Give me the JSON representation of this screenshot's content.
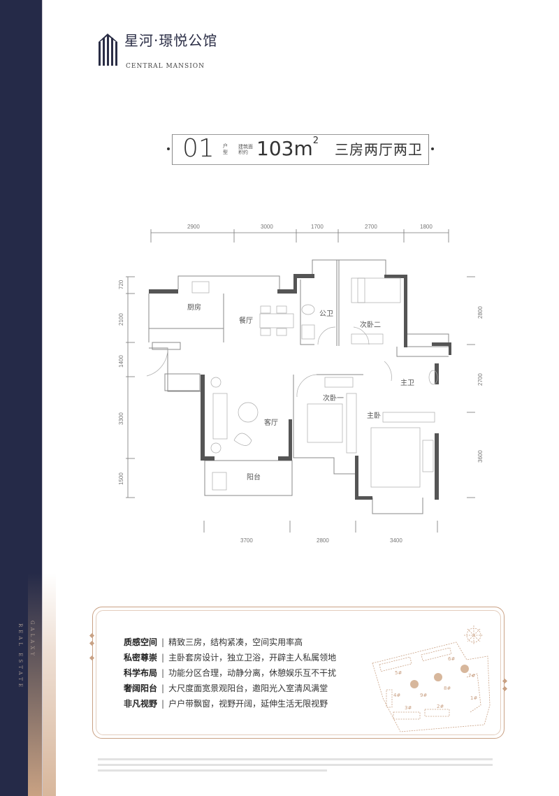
{
  "brand": {
    "logo_cn": "星河·璟悦公馆",
    "logo_en": "CENTRAL MANSION",
    "sidebar_line1": "GALAXY",
    "sidebar_line2": "REAL ESTATE"
  },
  "unit": {
    "number": "01",
    "number_suffix": "户型",
    "area_label": "建筑面积约",
    "area_value": "103m",
    "area_unit_sup": "2",
    "room_type": "三房两厅两卫"
  },
  "floorplan": {
    "top_dims": [
      "2900",
      "3000",
      "1700",
      "2700",
      "1800"
    ],
    "bottom_dims": [
      "3700",
      "2800",
      "3400"
    ],
    "left_dims": [
      "720",
      "2100",
      "1400",
      "3300",
      "1500"
    ],
    "right_dims": [
      "2800",
      "2700",
      "3600"
    ],
    "rooms": {
      "kitchen": "厨房",
      "dining": "餐厅",
      "public_bath": "公卫",
      "bedroom2": "次卧二",
      "bedroom1": "次卧一",
      "living": "客厅",
      "master": "主卧",
      "master_bath": "主卫",
      "balcony": "阳台"
    }
  },
  "features": [
    {
      "title": "质感空间",
      "text": "精致三房，结构紧凑，空间实用率高"
    },
    {
      "title": "私密尊崇",
      "text": "主卧套房设计，独立卫浴，开辟主人私属领地"
    },
    {
      "title": "科学布局",
      "text": "功能分区合理，动静分离，休憩娱乐互不干扰"
    },
    {
      "title": "奢阔阳台",
      "text": "大尺度面宽景观阳台，邀阳光入室清风满堂"
    },
    {
      "title": "非凡视野",
      "text": "户户带飘窗，视野开阔，延伸生活无限视野"
    }
  ],
  "site_map": {
    "buildings": [
      "1#",
      "2#",
      "3#",
      "4#",
      "5#",
      "6#",
      "7#",
      "8#",
      "9#"
    ]
  },
  "colors": {
    "navy": "#252a48",
    "bronze": "#c9a184",
    "wall": "#555555"
  }
}
